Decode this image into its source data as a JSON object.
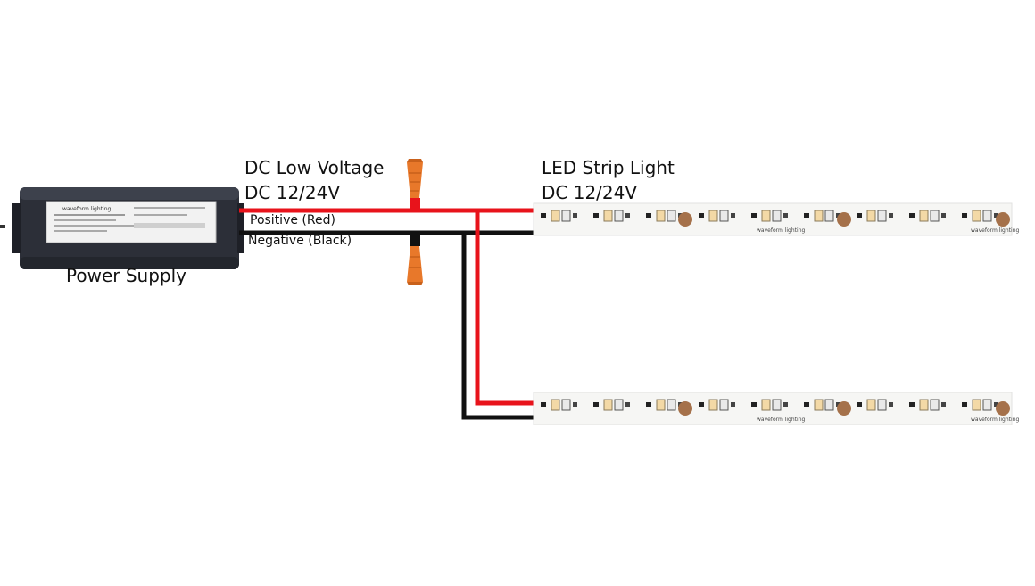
{
  "diagram": {
    "power_supply": {
      "label": "Power Supply",
      "brand": "waveform lighting",
      "body_color": "#2c2f38"
    },
    "dc_output": {
      "line1": "DC Low Voltage",
      "line2": "DC 12/24V",
      "positive_label": "Positive (Red)",
      "negative_label": "Negative (Black)"
    },
    "led_strip": {
      "line1": "LED Strip Light",
      "line2": "DC 12/24V",
      "brand": "waveform lighting",
      "strip_count": 2
    },
    "wire_colors": {
      "positive": "#e8131b",
      "negative": "#111111"
    },
    "connector_color": "#e8782a",
    "icons": [
      "power-supply-icon",
      "wire-nut-icon",
      "led-strip-icon"
    ]
  }
}
